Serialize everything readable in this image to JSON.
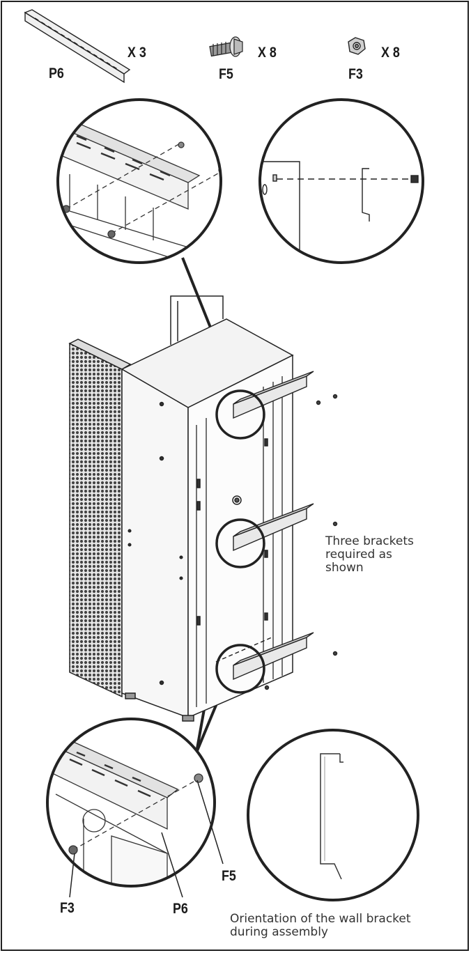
{
  "parts": [
    {
      "id": "P6",
      "label": "P6",
      "qty": "X 3",
      "icon": "wall-bracket-icon"
    },
    {
      "id": "F5",
      "label": "F5",
      "qty": "X 8",
      "icon": "bolt-icon"
    },
    {
      "id": "F3",
      "label": "F3",
      "qty": "X 8",
      "icon": "nut-icon"
    }
  ],
  "callouts": {
    "f5": "F5",
    "f3": "F3",
    "p6": "P6"
  },
  "notes": {
    "brackets_line1": "Three brackets",
    "brackets_line2": "required as",
    "brackets_line3": "shown",
    "orientation_line1": "Orientation of the wall bracket",
    "orientation_line2": "during assembly"
  },
  "colors": {
    "line": "#222222",
    "panel": "#f4f4f4",
    "shade": "#d9d9d9"
  }
}
